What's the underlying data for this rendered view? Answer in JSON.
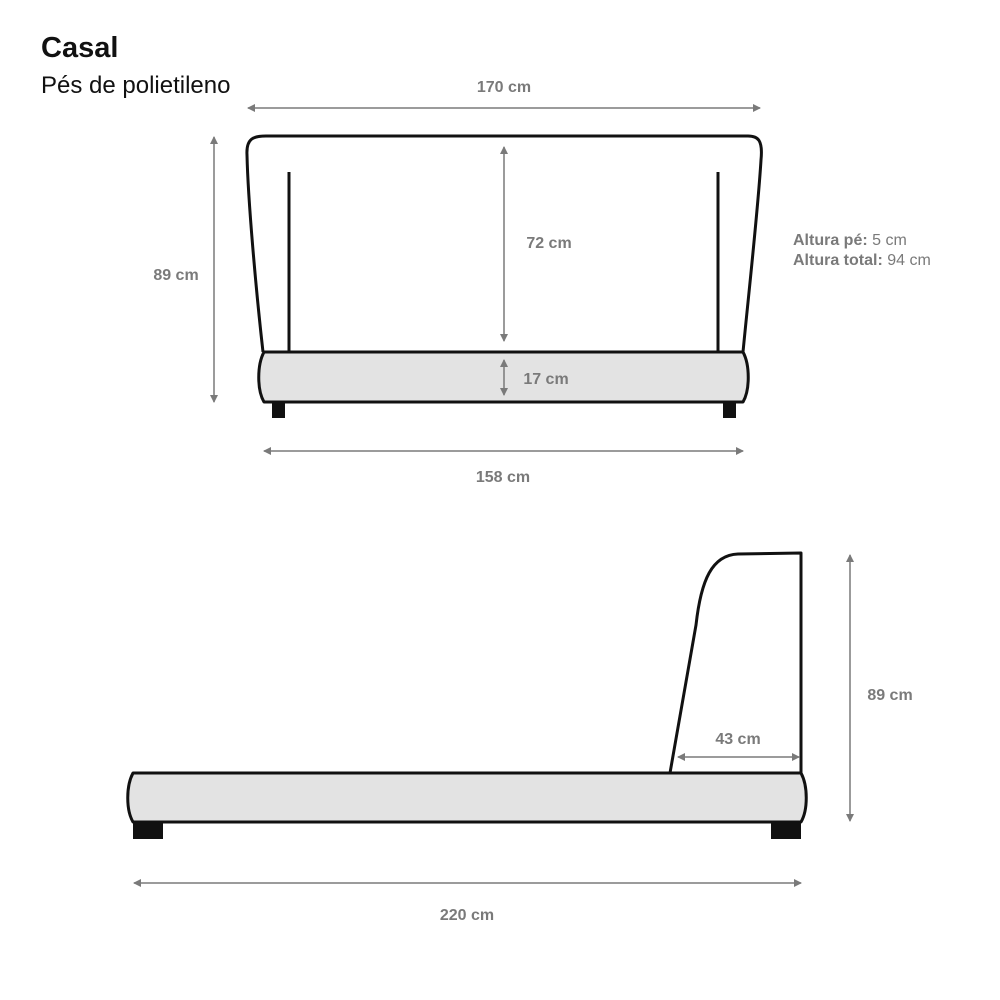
{
  "header": {
    "title": "Casal",
    "subtitle": "Pés de polietileno"
  },
  "specs": [
    {
      "label": "Altura pé:",
      "value": "5 cm"
    },
    {
      "label": "Altura total:",
      "value": "94 cm"
    }
  ],
  "front_view": {
    "top_width": "170 cm",
    "height": "89 cm",
    "headboard_height": "72 cm",
    "base_height": "17 cm",
    "base_width": "158 cm"
  },
  "side_view": {
    "height": "89 cm",
    "headboard_depth": "43 cm",
    "length": "220 cm"
  },
  "colors": {
    "outline": "#111111",
    "base_fill": "#e3e3e3",
    "dimension": "#7a7a7a"
  }
}
